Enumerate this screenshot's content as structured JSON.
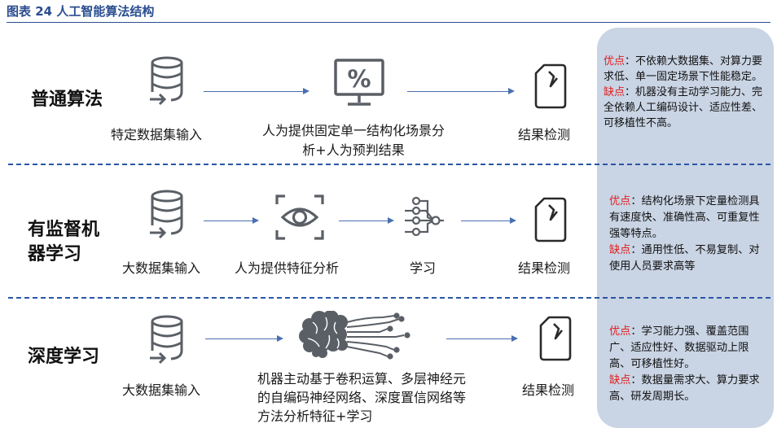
{
  "header": {
    "title": "图表 24 人工智能算法结构"
  },
  "rows": [
    {
      "label": "普通算法",
      "steps": [
        "特定数据集输入",
        "人为提供固定单一结构化场景分析+人为预判结果",
        "结果检测"
      ],
      "pros_label": "优点",
      "pros_text": "：不依赖大数据集、对算力要求低、单一固定场景下性能稳定。",
      "cons_label": "缺点",
      "cons_text": "：机器没有主动学习能力、完全依赖人工编码设计、适应性差、可移植性不高。"
    },
    {
      "label": "有监督机器学习",
      "steps": [
        "大数据集输入",
        "人为提供特征分析",
        "学习",
        "结果检测"
      ],
      "pros_label": "优点",
      "pros_text": "：结构化场景下定量检测具有速度快、准确性高、可重复性强等特点。",
      "cons_label": "缺点",
      "cons_text": "：通用性低、不易复制、对使用人员要求高等"
    },
    {
      "label": "深度学习",
      "steps": [
        "大数据集输入",
        "机器主动基于卷积运算、多层神经元的自编码神经网络、深度置信网络等方法分析特征+学习",
        "结果检测"
      ],
      "pros_label": "优点",
      "pros_text": "：学习能力强、覆盖范围广、适应性好、数据驱动上限高、可移植性好。",
      "cons_label": "缺点",
      "cons_text": "：数据量需求大、算力要求高、研发周期长。"
    }
  ],
  "colors": {
    "title": "#2a4d8f",
    "panel": "#c9d4e4",
    "divider": "#2b56a6",
    "arrow": "#4a6fb0",
    "icon": "#5a5f66",
    "highlight": "#e02020"
  },
  "icons": [
    "database-icon",
    "monitor-percent-icon",
    "document-icon",
    "eye-scan-icon",
    "neural-network-icon",
    "brain-circuit-icon"
  ]
}
